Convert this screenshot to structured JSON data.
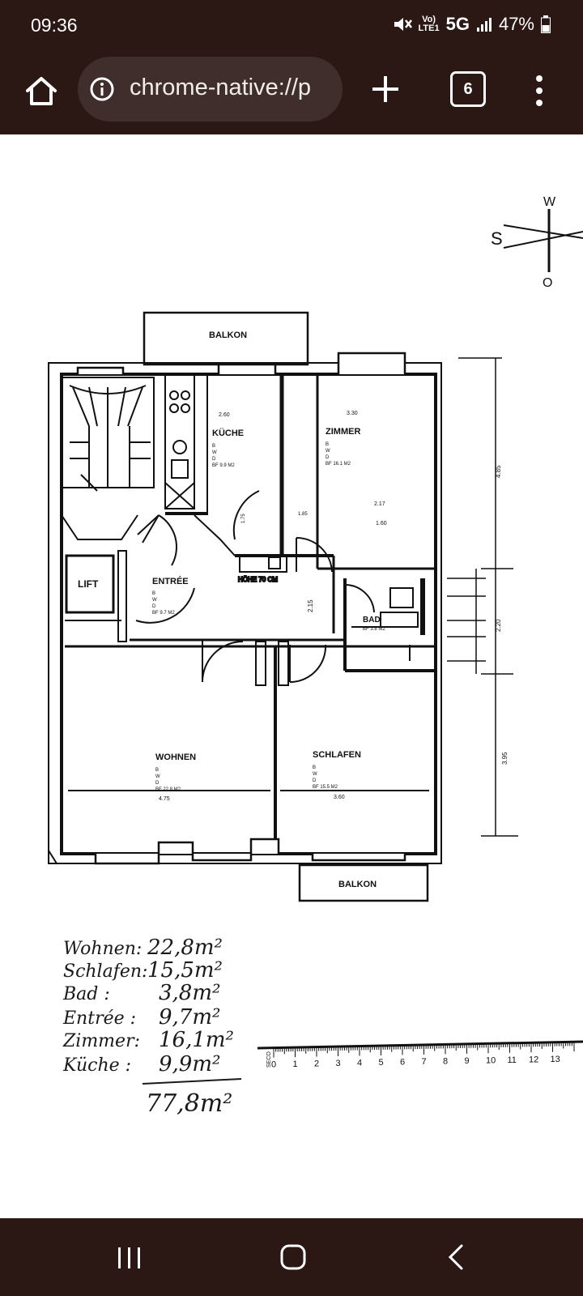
{
  "status": {
    "time": "09:36",
    "net_top": "Vo)",
    "net_bottom": "LTE1",
    "network": "5G",
    "battery": "47%"
  },
  "browser": {
    "url": "chrome-native://p",
    "tab_count": "6"
  },
  "floorplan": {
    "compass": {
      "w": "W",
      "s": "S",
      "o": "O"
    },
    "balkon_top": "BALKON",
    "balkon_bottom": "BALKON",
    "rooms": {
      "kueche": {
        "name": "KÜCHE",
        "bwd": [
          "B",
          "W",
          "D"
        ],
        "area": "BF 9.9 M2"
      },
      "zimmer": {
        "name": "ZIMMER",
        "bwd": [
          "B",
          "W",
          "D"
        ],
        "area": "BF 16.1 M2"
      },
      "entree": {
        "name": "ENTRÉE",
        "bwd": [
          "B",
          "W",
          "D"
        ],
        "area": "BF 9.7 M2"
      },
      "bad": {
        "name": "BAD",
        "area": "BF 3.8 M2"
      },
      "wohnen": {
        "name": "WOHNEN",
        "bwd": [
          "B",
          "W",
          "D"
        ],
        "area": "BF 22.8 M2"
      },
      "schlafen": {
        "name": "SCHLAFEN",
        "bwd": [
          "B",
          "W",
          "D"
        ],
        "area": "BF 15.5 M2"
      },
      "lift": {
        "name": "LIFT"
      }
    },
    "dimensions": [
      "2.60",
      "3.30",
      "2.17",
      "1.60",
      "3.60",
      "4.75",
      "4.85",
      "2.20",
      "3.95",
      "HÖHE 70 CM",
      "2.15",
      "1.85",
      "1.75"
    ],
    "scale_label": "SECO",
    "scale_numbers": [
      "0",
      "1",
      "2",
      "3",
      "4",
      "5",
      "6",
      "7",
      "8",
      "9",
      "10",
      "11",
      "12",
      "13"
    ],
    "handwritten": {
      "lines": [
        {
          "label": "Wohnen:",
          "value": "22,8m²"
        },
        {
          "label": "Schlafen:",
          "value": "15,5m²"
        },
        {
          "label": "Bad :",
          "value": "3,8m²"
        },
        {
          "label": "Entrée :",
          "value": "9,7m²"
        },
        {
          "label": "Zimmer:",
          "value": "16,1m²"
        },
        {
          "label": "Küche :",
          "value": "9,9m²"
        }
      ],
      "total": "77,8m²"
    }
  },
  "colors": {
    "bar": "#2b1714",
    "url_bg": "#3f2e2b",
    "ink": "#1a1a1a"
  }
}
